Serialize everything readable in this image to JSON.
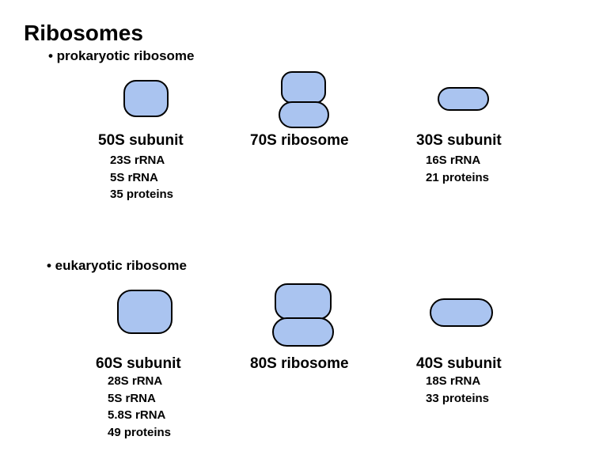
{
  "title": "Ribosomes",
  "colors": {
    "background": "#ffffff",
    "text": "#000000",
    "shape_fill": "#aac4f0",
    "shape_outline": "#000000"
  },
  "sections": {
    "prokaryotic": {
      "bullet": "• prokaryotic ribosome",
      "large": {
        "label": "50S subunit",
        "details": [
          "23S rRNA",
          "5S rRNA",
          "35 proteins"
        ]
      },
      "whole": {
        "label": "70S ribosome"
      },
      "small": {
        "label": "30S subunit",
        "details": [
          "16S rRNA",
          "21 proteins"
        ]
      }
    },
    "eukaryotic": {
      "bullet": "• eukaryotic ribosome",
      "large": {
        "label": "60S subunit",
        "details": [
          "28S rRNA",
          "5S rRNA",
          "5.8S rRNA",
          "49 proteins"
        ]
      },
      "whole": {
        "label": "80S ribosome"
      },
      "small": {
        "label": "40S subunit",
        "details": [
          "18S rRNA",
          "33 proteins"
        ]
      }
    }
  }
}
